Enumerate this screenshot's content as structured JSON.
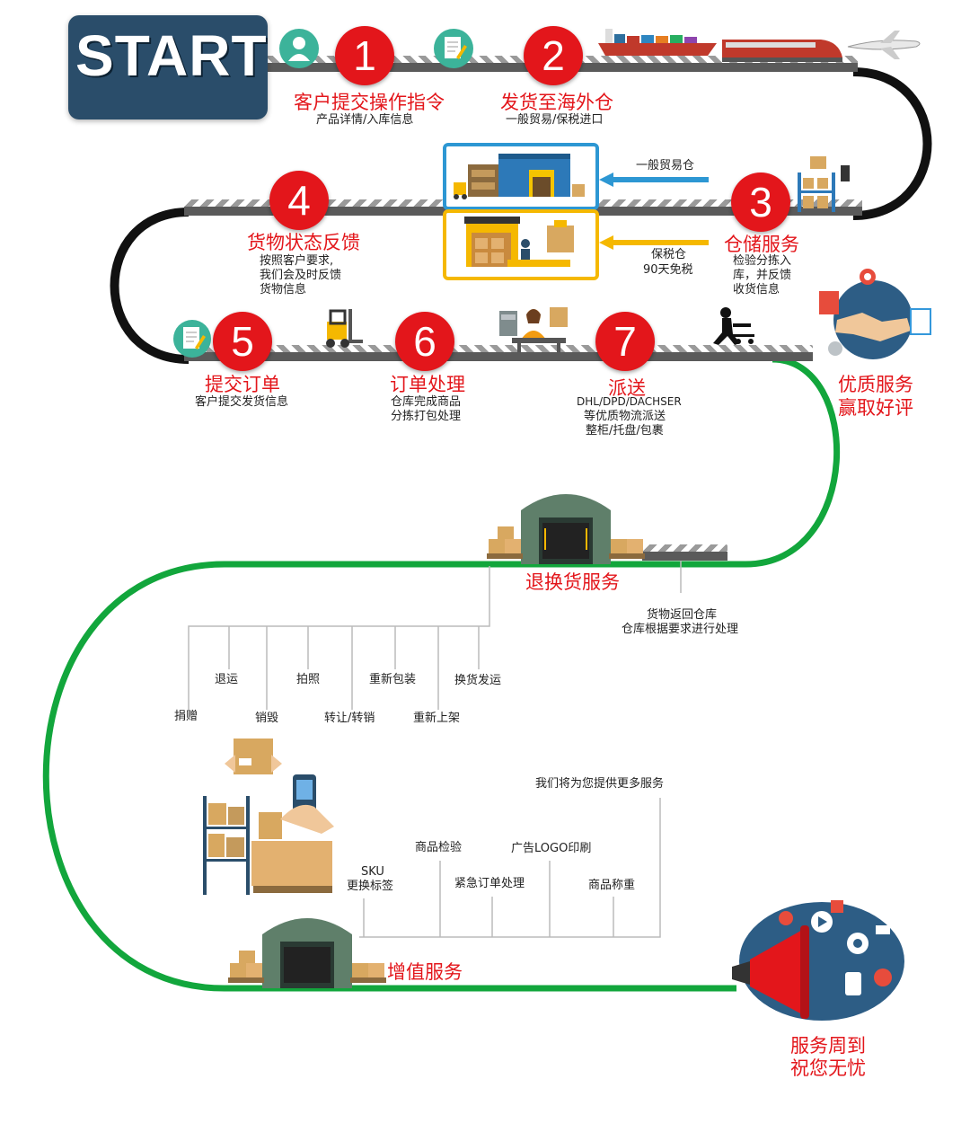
{
  "start_logo": "START",
  "steps": [
    {
      "num": "1",
      "title": "客户提交操作指令",
      "desc": [
        "产品详情/入库信息"
      ]
    },
    {
      "num": "2",
      "title": "发货至海外仓",
      "desc": [
        "一般贸易/保税进口"
      ]
    },
    {
      "num": "3",
      "title": "仓储服务",
      "desc": [
        "检验分拣入",
        "库，并反馈",
        "收货信息"
      ]
    },
    {
      "num": "4",
      "title": "货物状态反馈",
      "desc": [
        "按照客户要求,",
        "我们会及时反馈",
        "货物信息"
      ]
    },
    {
      "num": "5",
      "title": "提交订单",
      "desc": [
        "客户提交发货信息"
      ]
    },
    {
      "num": "6",
      "title": "订单处理",
      "desc": [
        "仓库完成商品",
        "分拣打包处理"
      ]
    },
    {
      "num": "7",
      "title": "派送",
      "desc": [
        "DHL/DPD/DACHSER",
        "等优质物流派送",
        "整柜/托盘/包裹"
      ]
    }
  ],
  "warehouses": {
    "general": "一般贸易仓",
    "bonded": [
      "保税仓",
      "90天免税"
    ],
    "colors": {
      "general": "#2d97d3",
      "bonded": "#f5b800"
    }
  },
  "quality": [
    "优质服务",
    "赢取好评"
  ],
  "returns": {
    "title": "退换货服务",
    "note": [
      "货物返回仓库",
      "仓库根据要求进行处理"
    ],
    "options": [
      "捐赠",
      "退运",
      "销毁",
      "拍照",
      "转让/转销",
      "重新包装",
      "重新上架",
      "换货发运"
    ]
  },
  "value_added": {
    "title": "增值服务",
    "more": "我们将为您提供更多服务",
    "options": [
      [
        "SKU",
        "更换标签"
      ],
      [
        "商品检验"
      ],
      [
        "紧急订单处理"
      ],
      [
        "广告LOGO印刷"
      ],
      [
        "商品称重"
      ]
    ]
  },
  "closing": [
    "服务周到",
    "祝您无忧"
  ],
  "colors": {
    "accent": "#e3161b",
    "logo_bg": "#2a4d6a",
    "track_green": "#12a63c",
    "track_black": "#111111"
  },
  "icons": [
    "user-icon",
    "document-icon",
    "ship-icon",
    "train-icon",
    "airplane-icon",
    "warehouse-icon",
    "forklift-icon",
    "worker-desk-icon",
    "delivery-cart-icon",
    "handshake-icon",
    "shelves-scanner-icon",
    "megaphone-icon"
  ]
}
